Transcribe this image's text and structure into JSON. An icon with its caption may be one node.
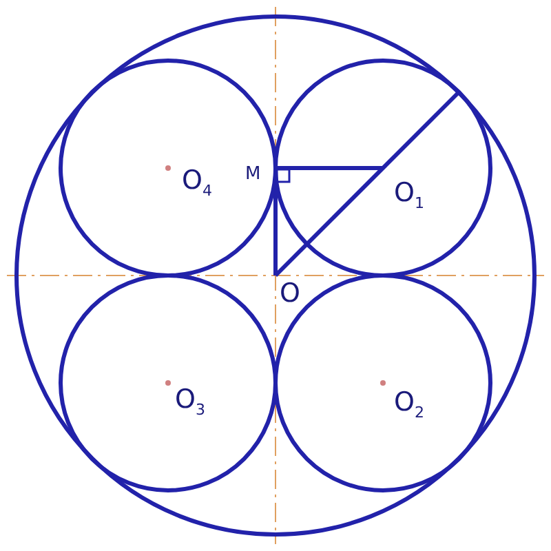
{
  "diagram": {
    "labels": [
      "M",
      "O$_{4}$",
      "O$_{1}$",
      "O",
      "O$_{3}$",
      "O$_{2}$"
    ]
  }
}
